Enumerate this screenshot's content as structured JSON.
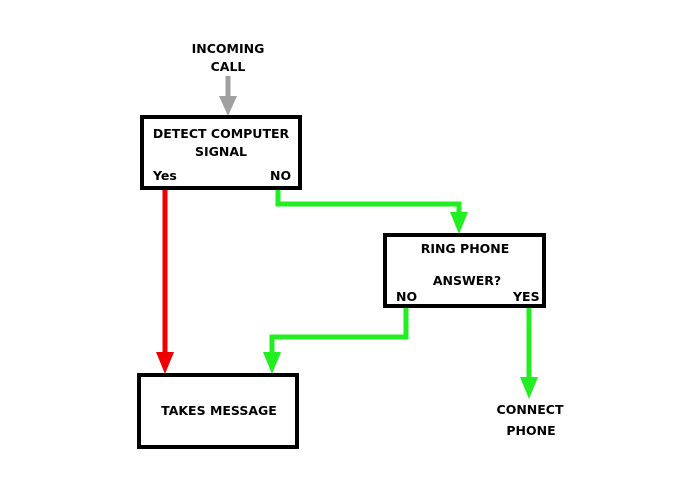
{
  "start": {
    "line1": "INCOMING",
    "line2": "CALL"
  },
  "detect": {
    "line1": "DETECT COMPUTER",
    "line2": "SIGNAL",
    "yes": "Yes",
    "no": "NO"
  },
  "ring": {
    "line1": "RING PHONE",
    "line2": "ANSWER?",
    "no": "NO",
    "yes": "YES"
  },
  "message": {
    "label": "TAKES MESSAGE"
  },
  "connect": {
    "line1": "CONNECT",
    "line2": "PHONE"
  },
  "colors": {
    "start_arrow": "#a0a0a0",
    "yes_arrow": "#ee0000",
    "no_arrow": "#22ee22",
    "border": "#000000"
  }
}
